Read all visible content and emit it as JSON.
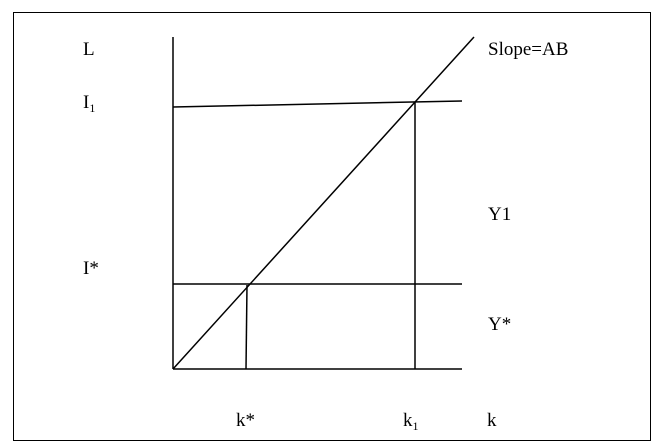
{
  "labels": {
    "y_axis": "L",
    "i1_main": "I",
    "i1_sub": "1",
    "istar": "I*",
    "slope": "Slope=AB",
    "y1": "Y1",
    "ystar": "Y*",
    "kstar": "k*",
    "k1_main": "k",
    "k1_sub": "1",
    "x_axis": "k"
  },
  "colors": {
    "ink": "#000000",
    "background": "#ffffff"
  }
}
